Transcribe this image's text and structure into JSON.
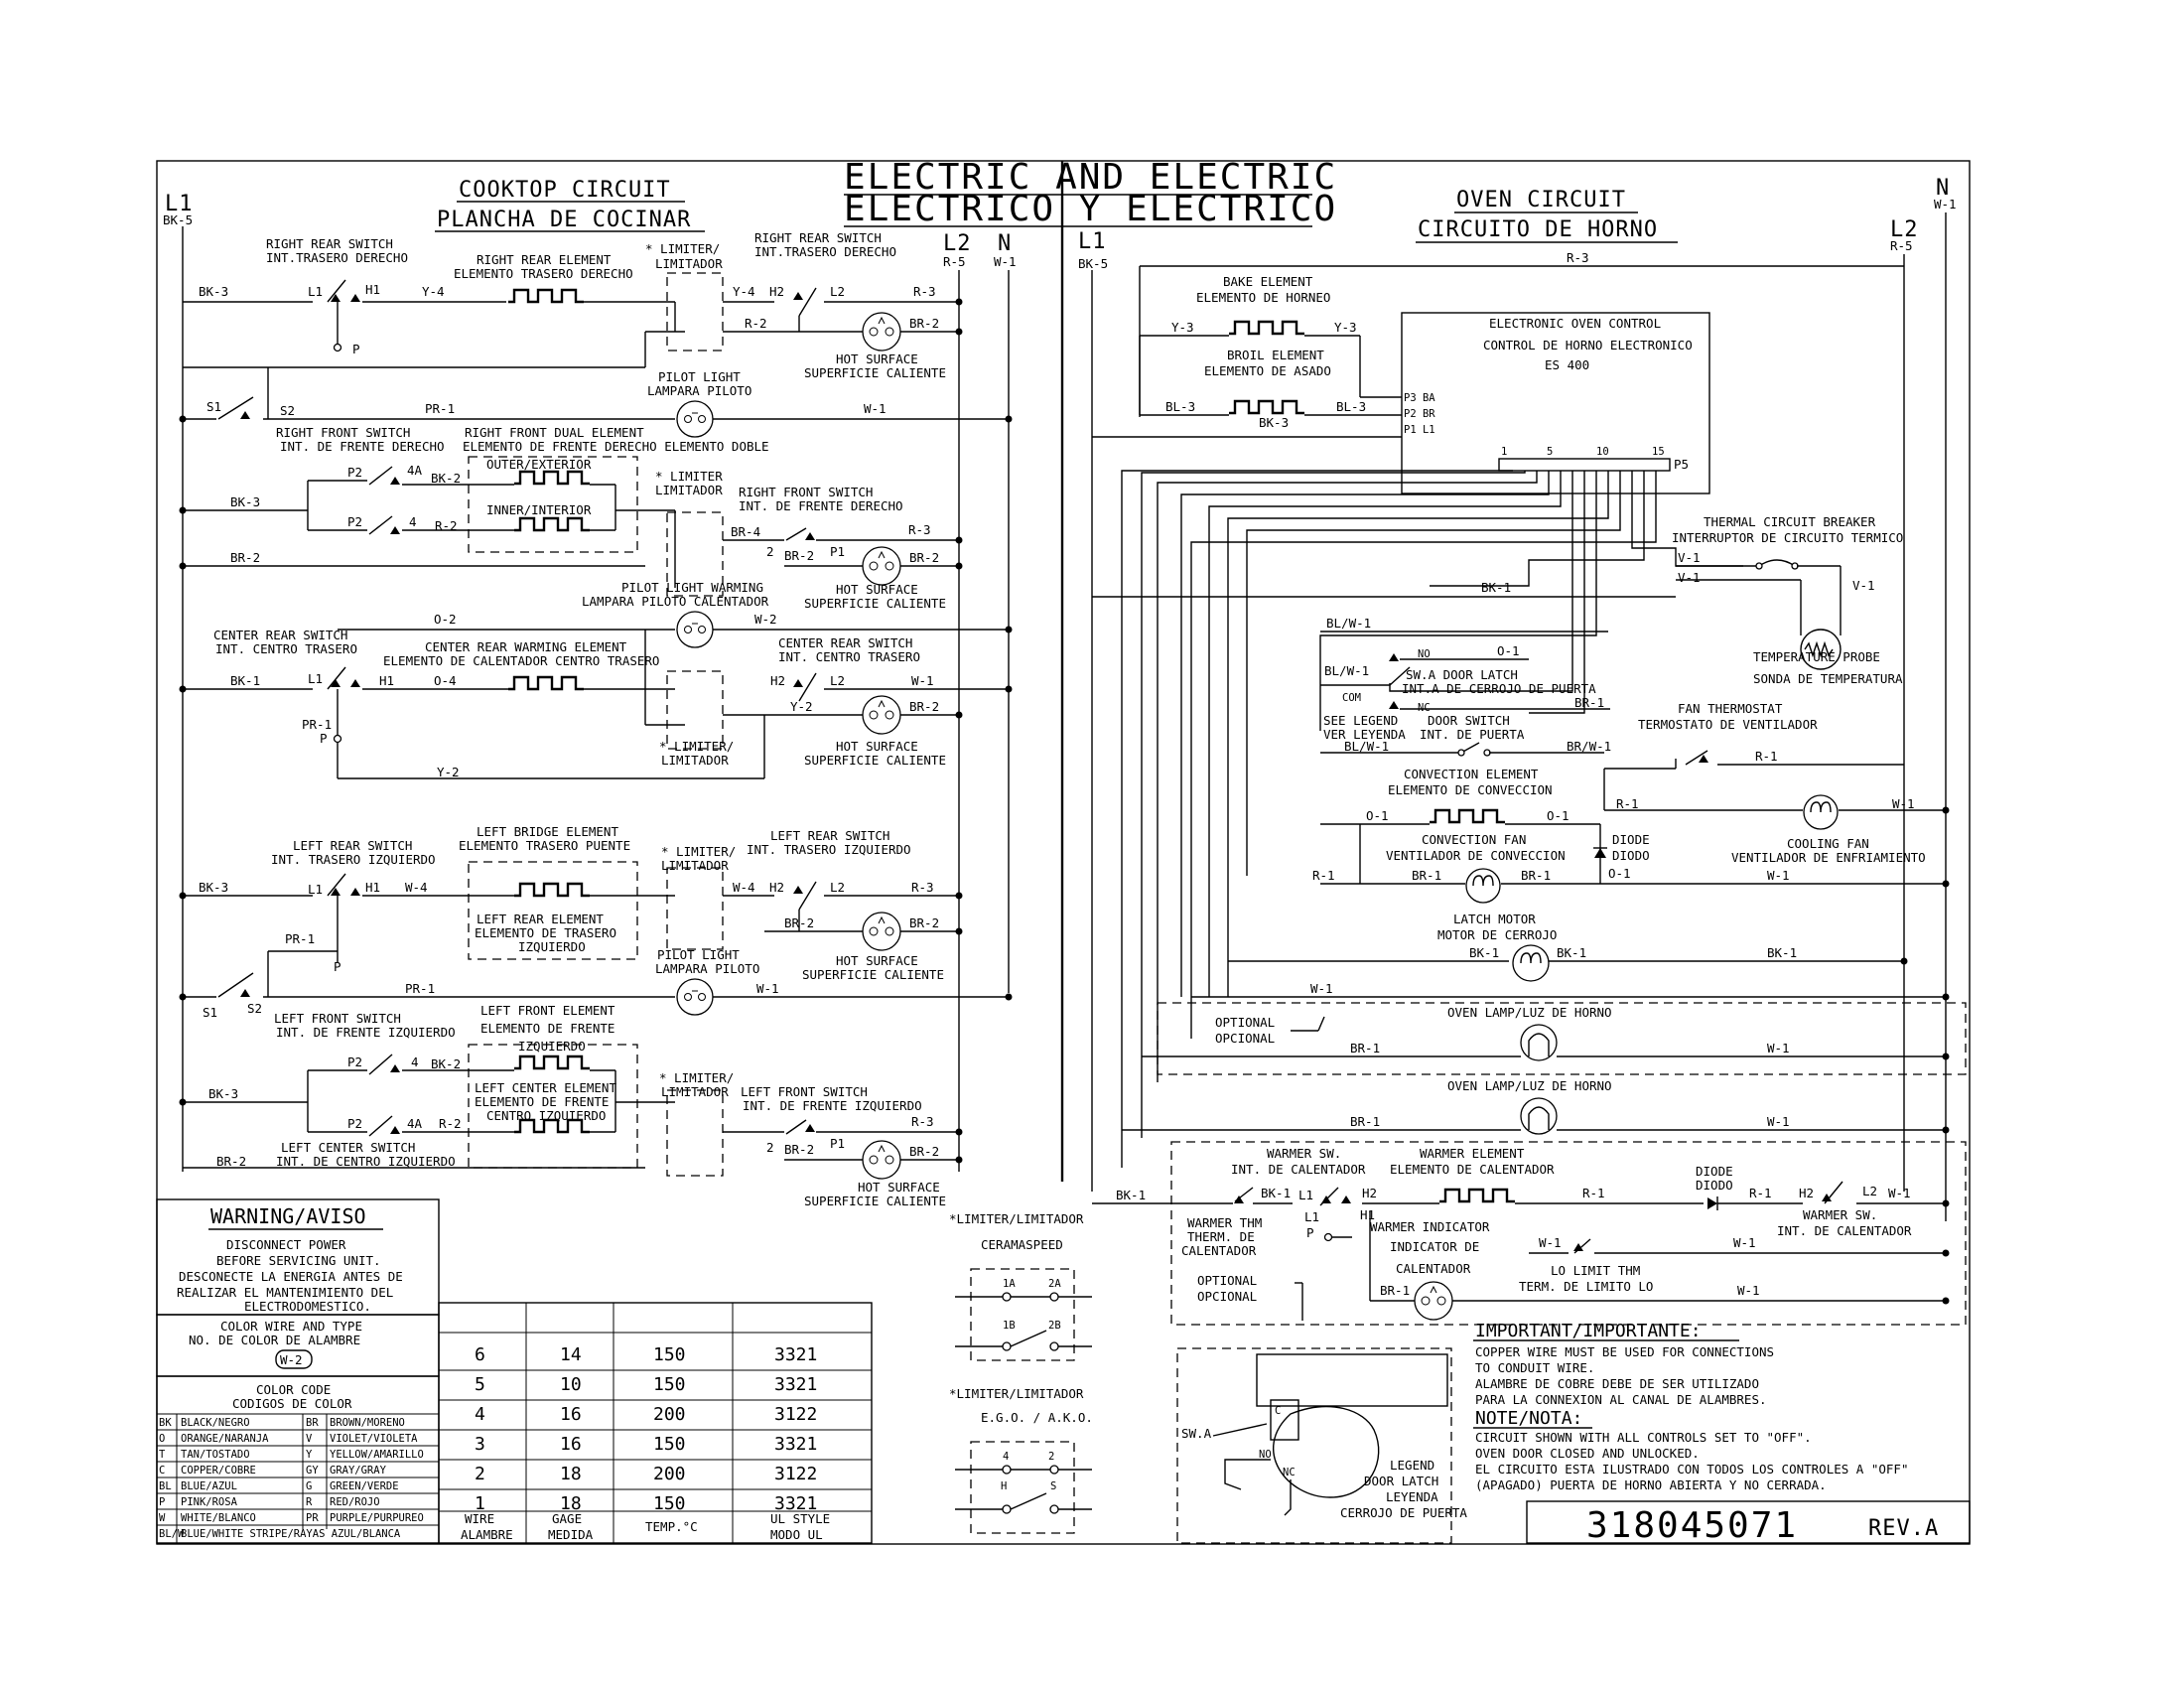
{
  "title": {
    "line1": "ELECTRIC AND ELECTRIC",
    "line2": "ELECTRICO Y ELECTRICO"
  },
  "cooktop": {
    "title_en": "COOKTOP CIRCUIT",
    "title_es": "PLANCHA DE COCINAR"
  },
  "oven": {
    "title_en": "OVEN CIRCUIT",
    "title_es": "CIRCUITO DE HORNO"
  },
  "terminals": {
    "l1": "L1",
    "l2": "L2",
    "n": "N",
    "bk5": "BK-5",
    "r5": "R-5",
    "w1": "W-1",
    "r3": "R-3"
  },
  "wires": {
    "bk3": "BK-3",
    "bk1": "BK-1",
    "bk2": "BK-2",
    "br2": "BR-2",
    "br1": "BR-1",
    "br4": "BR-4",
    "y4": "Y-4",
    "y2": "Y-2",
    "y3": "Y-3",
    "r2": "R-2",
    "r3": "R-3",
    "r1": "R-1",
    "w1": "W-1",
    "w2": "W-2",
    "w4": "W-4",
    "pr1": "PR-1",
    "o2": "O-2",
    "o4": "O-4",
    "o1": "O-1",
    "bl3": "BL-3",
    "blw1": "BL/W-1",
    "brw1": "BR/W-1",
    "v1": "V-1"
  },
  "points": {
    "l1": "L1",
    "l2": "L2",
    "h1": "H1",
    "h2": "H2",
    "p": "P",
    "p1": "P1",
    "p2": "P2",
    "s1": "S1",
    "s2": "S2",
    "four_a": "4A",
    "four": "4",
    "two": "2",
    "pr1": "PR-1"
  },
  "components": {
    "rr_switch": [
      "RIGHT REAR SWITCH",
      "INT.TRASERO DERECHO"
    ],
    "rr_element": [
      "RIGHT REAR ELEMENT",
      "ELEMENTO TRASERO DERECHO"
    ],
    "limiter": [
      "* LIMITER/",
      "LIMITADOR"
    ],
    "limiter_b": [
      "* LIMITER",
      "LIMITADOR"
    ],
    "hot_surface": [
      "HOT SURFACE",
      "SUPERFICIE CALIENTE"
    ],
    "pilot_light": [
      "PILOT LIGHT",
      "LAMPARA PILOTO"
    ],
    "pilot_light_b": [
      "PILOT LIGHT",
      "LAMPARA PILOTO"
    ],
    "rf_switch": [
      "RIGHT FRONT SWITCH",
      "INT. DE FRENTE DERECHO"
    ],
    "rf_switch_b": [
      "RIGHT FRONT SWITCH",
      "INT. DE FRENTE DERECHO"
    ],
    "rf_dual": [
      "RIGHT FRONT DUAL ELEMENT",
      "ELEMENTO DE FRENTE DERECHO ELEMENTO DOBLE"
    ],
    "outer": "OUTER/EXTERIOR",
    "inner": "INNER/INTERIOR",
    "pilot_warming": [
      "PILOT LIGHT WARMING",
      "LAMPARA PILOTO CALENTADOR"
    ],
    "cr_switch": [
      "CENTER REAR SWITCH",
      "INT. CENTRO TRASERO"
    ],
    "cr_switch_b": [
      "CENTER REAR SWITCH",
      "INT. CENTRO TRASERO"
    ],
    "cr_warming": [
      "CENTER REAR WARMING ELEMENT",
      "ELEMENTO DE CALENTADOR CENTRO TRASERO"
    ],
    "lr_switch": [
      "LEFT REAR SWITCH",
      "INT. TRASERO IZQUIERDO"
    ],
    "lr_switch_b": [
      "LEFT REAR SWITCH",
      "INT. TRASERO IZQUIERDO"
    ],
    "left_bridge": [
      "LEFT BRIDGE ELEMENT",
      "ELEMENTO TRASERO PUENTE"
    ],
    "lr_element": [
      "LEFT REAR ELEMENT",
      "ELEMENTO DE TRASERO",
      "IZQUIERDO"
    ],
    "lf_switch": [
      "LEFT FRONT SWITCH",
      "INT. DE FRENTE IZQUIERDO"
    ],
    "lf_switch_b": [
      "LEFT FRONT SWITCH",
      "INT. DE FRENTE IZQUIERDO"
    ],
    "lf_element": [
      "LEFT FRONT ELEMENT",
      "ELEMENTO DE FRENTE",
      "IZQUIERDO"
    ],
    "lc_element": [
      "LEFT CENTER ELEMENT",
      "ELEMENTO DE FRENTE",
      "CENTRO IZQUIERDO"
    ],
    "lc_switch": [
      "LEFT CENTER SWITCH",
      "INT. DE CENTRO IZQUIERDO"
    ],
    "bake": [
      "BAKE ELEMENT",
      "ELEMENTO DE HORNEO"
    ],
    "broil": [
      "BROIL ELEMENT",
      "ELEMENTO DE ASADO"
    ],
    "eoc": [
      "ELECTRONIC OVEN CONTROL",
      "CONTROL DE HORNO ELECTRONICO",
      "ES 400"
    ],
    "eoc_pins": [
      "P3 BA",
      "P2 BR",
      "P1 L1"
    ],
    "p5_numbers": [
      "1",
      "5",
      "10",
      "15"
    ],
    "p5": "P5",
    "tcb": [
      "THERMAL CIRCUIT BREAKER",
      "INTERRUPTOR DE CIRCUITO TERMICO"
    ],
    "probe": [
      "TEMPERATURE PROBE",
      "SONDA DE TEMPERATURA"
    ],
    "door_latch": [
      "SW.A DOOR LATCH",
      "INT.A DE CERROJO DE PUERTA"
    ],
    "no": "NO",
    "nc": "NC",
    "com": "COM",
    "see_legend": [
      "SEE LEGEND",
      "VER LEYENDA"
    ],
    "door_switch": [
      "DOOR SWITCH",
      "INT. DE PUERTA"
    ],
    "fan_thermo": [
      "FAN THERMOSTAT",
      "TERMOSTATO DE VENTILADOR"
    ],
    "conv_element": [
      "CONVECTION ELEMENT",
      "ELEMENTO DE CONVECCION"
    ],
    "conv_fan": [
      "CONVECTION FAN",
      "VENTILADOR DE CONVECCION"
    ],
    "diode": [
      "DIODE",
      "DIODO"
    ],
    "cooling_fan": [
      "COOLING FAN",
      "VENTILADOR DE ENFRIAMIENTO"
    ],
    "latch_motor": [
      "LATCH MOTOR",
      "MOTOR DE CERROJO"
    ],
    "optional": [
      "OPTIONAL",
      "OPCIONAL"
    ],
    "oven_lamp": "OVEN LAMP/LUZ DE HORNO",
    "warmer_sw": [
      "WARMER SW.",
      "INT. DE CALENTADOR"
    ],
    "warmer_element": [
      "WARMER ELEMENT",
      "ELEMENTO DE CALENTADOR"
    ],
    "warmer_thm": [
      "WARMER THM",
      "THERM. DE",
      "CALENTADOR"
    ],
    "warmer_ind": [
      "WARMER INDICATOR",
      "INDICATOR DE",
      "CALENTADOR"
    ],
    "lo_limit": [
      "LO LIMIT THM",
      "TERM. DE LIMITO LO"
    ],
    "warmer_sw_b": [
      "WARMER SW.",
      "INT. DE CALENTADOR"
    ],
    "diode_b": [
      "DIODE",
      "DIODO"
    ]
  },
  "warning": {
    "title": "WARNING/AVISO",
    "lines": [
      "DISCONNECT POWER",
      "BEFORE SERVICING UNIT.",
      "DESCONECTE LA ENERGIA ANTES DE",
      "REALIZAR EL MANTENIMIENTO DEL",
      "ELECTRODOMESTICO."
    ]
  },
  "color_wire": {
    "lines": [
      "COLOR WIRE AND TYPE",
      "NO. DE COLOR DE ALAMBRE"
    ],
    "sample": "W-2"
  },
  "color_code": {
    "title": [
      "COLOR CODE",
      "CODIGOS DE COLOR"
    ],
    "rows": [
      [
        "BK",
        "BLACK/NEGRO",
        "BR",
        "BROWN/MORENO"
      ],
      [
        "O",
        "ORANGE/NARANJA",
        "V",
        "VIOLET/VIOLETA"
      ],
      [
        "T",
        "TAN/TOSTADO",
        "Y",
        "YELLOW/AMARILLO"
      ],
      [
        "C",
        "COPPER/COBRE",
        "GY",
        "GRAY/GRAY"
      ],
      [
        "BL",
        "BLUE/AZUL",
        "G",
        "GREEN/VERDE"
      ],
      [
        "P",
        "PINK/ROSA",
        "R",
        "RED/ROJO"
      ],
      [
        "W",
        "WHITE/BLANCO",
        "PR",
        "PURPLE/PURPUREO"
      ]
    ],
    "last": [
      "BL/W",
      "BLUE/WHITE STRIPE/RAYAS AZUL/BLANCA"
    ]
  },
  "wire_table": {
    "rows": [
      [
        "6",
        "14",
        "150",
        "3321"
      ],
      [
        "5",
        "10",
        "150",
        "3321"
      ],
      [
        "4",
        "16",
        "200",
        "3122"
      ],
      [
        "3",
        "16",
        "150",
        "3321"
      ],
      [
        "2",
        "18",
        "200",
        "3122"
      ],
      [
        "1",
        "18",
        "150",
        "3321"
      ]
    ],
    "headers": [
      [
        "WIRE",
        "ALAMBRE"
      ],
      [
        "GAGE",
        "MEDIDA"
      ],
      [
        "TEMP.°C"
      ],
      [
        "UL STYLE",
        "MODO UL"
      ]
    ]
  },
  "limiter_legend": {
    "ceramaspeed": [
      "*LIMITER/LIMITADOR",
      "CERAMASPEED"
    ],
    "ego": [
      "*LIMITER/LIMITADOR",
      "E.G.O. / A.K.O."
    ],
    "cs_pins": [
      "1A",
      "2A",
      "1B",
      "2B"
    ],
    "ego_pins": [
      "4",
      "2",
      "H",
      "S"
    ]
  },
  "latch_legend": {
    "swa": "SW.A",
    "c": "C",
    "no": "NO",
    "nc": "NC",
    "lines": [
      "LEGEND",
      "DOOR LATCH",
      "LEYENDA",
      "CERROJO DE PUERTA"
    ]
  },
  "important": {
    "title": "IMPORTANT/IMPORTANTE:",
    "lines": [
      "COPPER WIRE MUST BE USED FOR CONNECTIONS",
      "TO CONDUIT WIRE.",
      "ALAMBRE DE COBRE DEBE DE SER UTILIZADO",
      "PARA LA CONNEXION AL CANAL DE ALAMBRES."
    ]
  },
  "note": {
    "title": "NOTE/NOTA:",
    "lines": [
      "CIRCUIT SHOWN WITH ALL CONTROLS SET TO \"OFF\".",
      "OVEN DOOR CLOSED AND UNLOCKED.",
      "EL CIRCUITO ESTA ILUSTRADO CON TODOS LOS CONTROLES A \"OFF\"",
      "(APAGADO) PUERTA DE HORNO ABIERTA Y NO CERRADA."
    ]
  },
  "part": {
    "number": "318045071",
    "rev": "REV.A"
  }
}
